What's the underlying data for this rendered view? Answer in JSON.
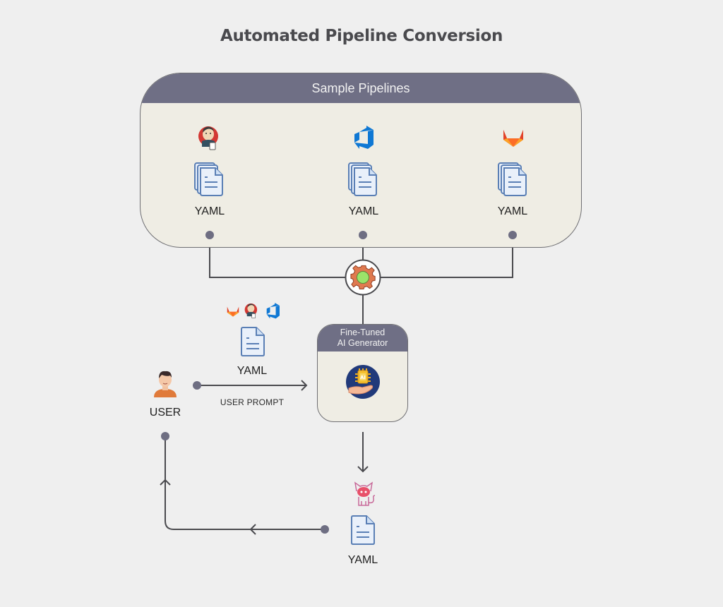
{
  "title": "Automated Pipeline Conversion",
  "sample_pipelines": {
    "header": "Sample Pipelines",
    "items": [
      {
        "platform_icon": "jenkins-icon",
        "file_icon": "stacked-documents-icon",
        "label": "YAML"
      },
      {
        "platform_icon": "azure-devops-icon",
        "file_icon": "stacked-documents-icon",
        "label": "YAML"
      },
      {
        "platform_icon": "gitlab-icon",
        "file_icon": "stacked-documents-icon",
        "label": "YAML"
      }
    ]
  },
  "processor": {
    "icon": "gear-icon"
  },
  "generator": {
    "header_line1": "Fine-Tuned",
    "header_line2": "AI Generator",
    "icon": "ai-chip-hand-icon"
  },
  "user_input": {
    "platform_icons": [
      "gitlab-icon",
      "jenkins-icon",
      "azure-devops-icon"
    ],
    "file_label": "YAML",
    "arrow_label": "USER PROMPT"
  },
  "user": {
    "label": "USER",
    "icon": "user-avatar-icon"
  },
  "output": {
    "platform_icon": "github-octocat-icon",
    "file_label": "YAML"
  },
  "colors": {
    "background": "#efefef",
    "panel_fill": "#efede4",
    "header_fill": "#6f6f85",
    "connector": "#4a4a4e",
    "dot": "#6e6e82",
    "doc_stroke": "#5a7fb5",
    "doc_fill": "#e9f0fa"
  }
}
